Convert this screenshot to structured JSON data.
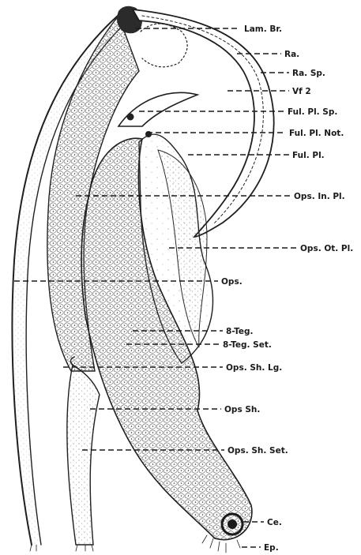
{
  "figure": {
    "labels": [
      {
        "id": "lam-br",
        "text": "Lam. Br."
      },
      {
        "id": "ra",
        "text": "Ra."
      },
      {
        "id": "ra-sp",
        "text": "Ra. Sp."
      },
      {
        "id": "vf2",
        "text": "Vf 2"
      },
      {
        "id": "ful-pl-sp",
        "text": "Ful. Pl. Sp."
      },
      {
        "id": "ful-pl-not",
        "text": "Ful. Pl. Not."
      },
      {
        "id": "ful-pl",
        "text": "Ful. Pl."
      },
      {
        "id": "ops-in-pl",
        "text": "Ops. In. Pl."
      },
      {
        "id": "ops-ot-pl",
        "text": "Ops. Ot. Pl."
      },
      {
        "id": "ops",
        "text": "Ops."
      },
      {
        "id": "8-teg",
        "text": "8-Teg."
      },
      {
        "id": "8-teg-set",
        "text": "8-Teg. Set."
      },
      {
        "id": "ops-sh-lg",
        "text": "Ops. Sh. Lg."
      },
      {
        "id": "ops-sh",
        "text": "Ops Sh."
      },
      {
        "id": "ops-sh-set",
        "text": "Ops. Sh. Set."
      },
      {
        "id": "ce",
        "text": "Ce."
      },
      {
        "id": "ep",
        "text": "Ep."
      }
    ]
  }
}
